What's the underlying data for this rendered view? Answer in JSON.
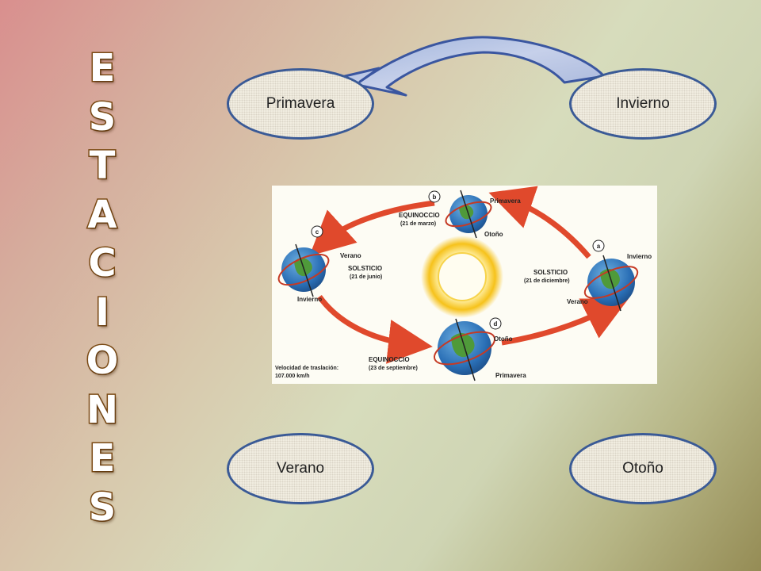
{
  "title_letters": [
    "E",
    "S",
    "T",
    "A",
    "C",
    "I",
    "O",
    "N",
    "E",
    "S"
  ],
  "seasons": {
    "primavera": "Primavera",
    "invierno": "Invierno",
    "verano": "Verano",
    "otono": "Otoño"
  },
  "diagram": {
    "positions": {
      "a": "a",
      "b": "b",
      "c": "c",
      "d": "d"
    },
    "labels": {
      "b_top": "Primavera",
      "b_bottom": "Otoño",
      "c_top": "Verano",
      "c_bottom": "Invierno",
      "a_top": "Invierno",
      "a_bottom": "Verano",
      "d_top": "Otoño",
      "d_bottom": "Primavera"
    },
    "events": {
      "equinox_march_1": "EQUINOCCIO",
      "equinox_march_2": "(21 de marzo)",
      "solstice_june_1": "SOLSTICIO",
      "solstice_june_2": "(21 de junio)",
      "solstice_dec_1": "SOLSTICIO",
      "solstice_dec_2": "(21 de diciembre)",
      "equinox_sept_1": "EQUINOCCIO",
      "equinox_sept_2": "(23 de septiembre)"
    },
    "speed_1": "Velocidad de traslación:",
    "speed_2": "107.000 km/h"
  },
  "colors": {
    "oval_border": "#3a5a96",
    "title_fill": "#ffffff",
    "title_outline": "#7b4a14",
    "arrow": "#e0492c",
    "sun": "#f6c21b"
  }
}
